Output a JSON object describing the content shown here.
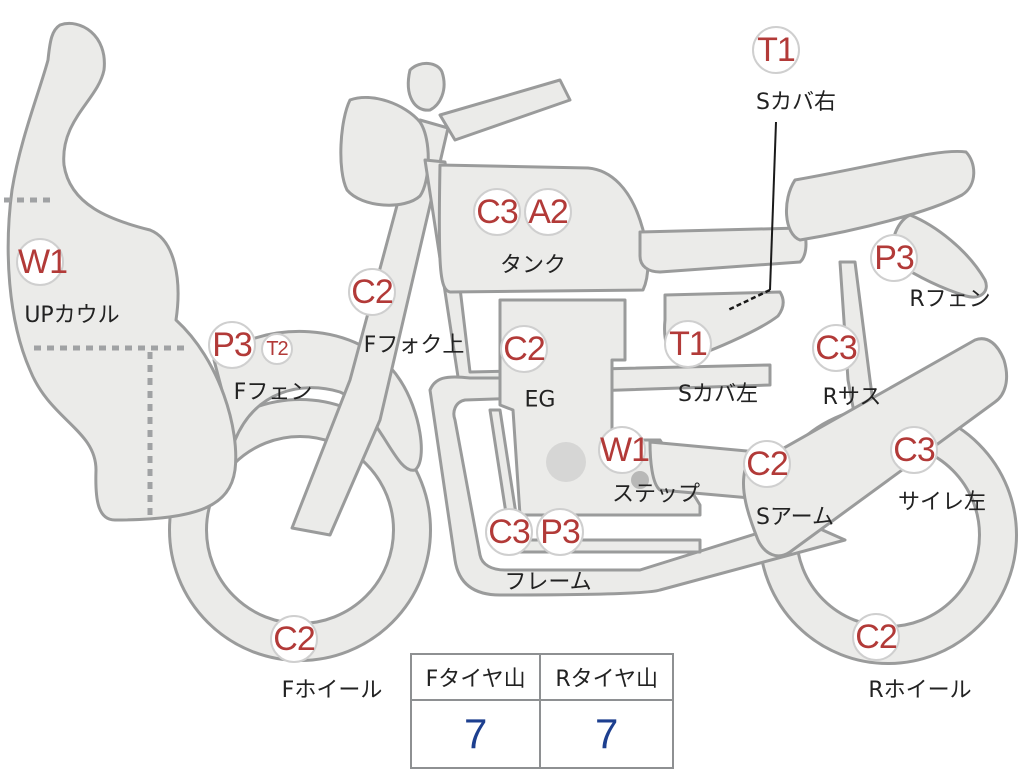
{
  "diagram": {
    "badges": [
      {
        "id": "tank-c3",
        "text": "C3"
      },
      {
        "id": "tank-a2",
        "text": "A2"
      },
      {
        "id": "upcowl-w1",
        "text": "W1"
      },
      {
        "id": "ffender-p3",
        "text": "P3"
      },
      {
        "id": "ffender-t2",
        "text": "T2"
      },
      {
        "id": "ffork-c2",
        "text": "C2"
      },
      {
        "id": "eg-c2",
        "text": "C2"
      },
      {
        "id": "scover-left-t1",
        "text": "T1"
      },
      {
        "id": "scover-right-t1",
        "text": "T1"
      },
      {
        "id": "rfender-p3",
        "text": "P3"
      },
      {
        "id": "rsus-c3",
        "text": "C3"
      },
      {
        "id": "step-w1",
        "text": "W1"
      },
      {
        "id": "sarm-c2",
        "text": "C2"
      },
      {
        "id": "muffler-c3",
        "text": "C3"
      },
      {
        "id": "frame-c3",
        "text": "C3"
      },
      {
        "id": "frame-p3",
        "text": "P3"
      },
      {
        "id": "fwheel-c2",
        "text": "C2"
      },
      {
        "id": "rwheel-c2",
        "text": "C2"
      }
    ],
    "labels": {
      "tank": "タンク",
      "upcowl": "UPカウル",
      "ffender": "Fフェン",
      "ffork": "Fフォク上",
      "eg": "EG",
      "scover_left": "Sカバ左",
      "scover_right": "Sカバ右",
      "rfender": "Rフェン",
      "rsus": "Rサス",
      "step": "ステップ",
      "sarm": "Sアーム",
      "muffler": "サイレ左",
      "frame": "フレーム",
      "fwheel": "Fホイール",
      "rwheel": "Rホイール"
    }
  },
  "tread_table": {
    "headers": [
      "Fタイヤ山",
      "Rタイヤ山"
    ],
    "values": [
      "7",
      "7"
    ]
  }
}
